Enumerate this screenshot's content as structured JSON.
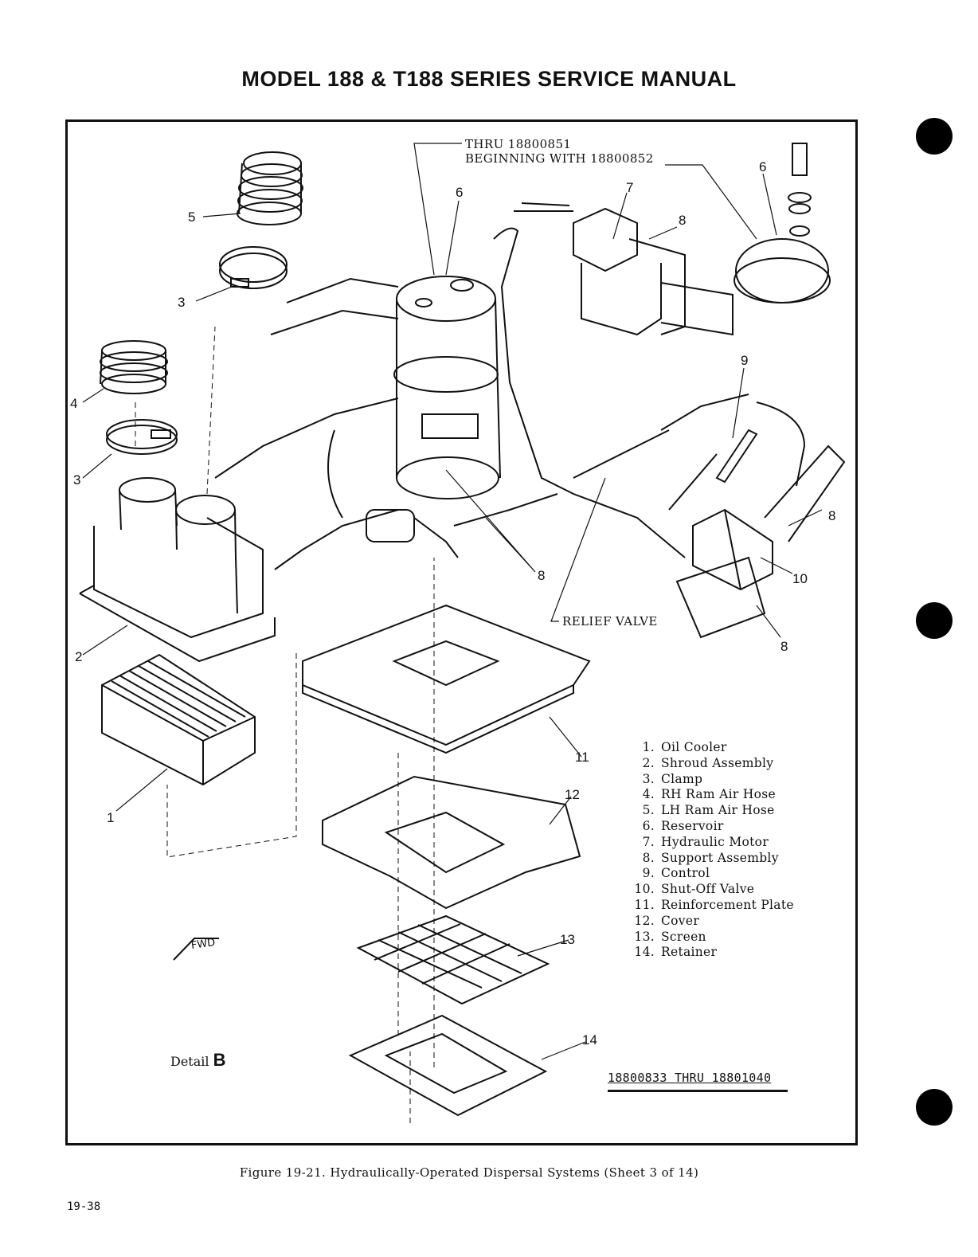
{
  "header": {
    "title": "MODEL 188 & T188 SERIES SERVICE MANUAL"
  },
  "notes": {
    "thru": "THRU 18800851",
    "beginning": "BEGINNING WITH 18800852",
    "relief_valve": "RELIEF VALVE"
  },
  "callouts": [
    "1",
    "2",
    "3",
    "3",
    "4",
    "5",
    "6",
    "6",
    "7",
    "8",
    "8",
    "8",
    "8",
    "9",
    "10",
    "11",
    "12",
    "13",
    "14"
  ],
  "legend": [
    {
      "num": "1.",
      "label": "Oil Cooler"
    },
    {
      "num": "2.",
      "label": "Shroud Assembly"
    },
    {
      "num": "3.",
      "label": "Clamp"
    },
    {
      "num": "4.",
      "label": "RH Ram Air Hose"
    },
    {
      "num": "5.",
      "label": "LH Ram Air Hose"
    },
    {
      "num": "6.",
      "label": "Reservoir"
    },
    {
      "num": "7.",
      "label": "Hydraulic Motor"
    },
    {
      "num": "8.",
      "label": "Support Assembly"
    },
    {
      "num": "9.",
      "label": "Control"
    },
    {
      "num": "10.",
      "label": "Shut-Off Valve"
    },
    {
      "num": "11.",
      "label": "Reinforcement Plate"
    },
    {
      "num": "12.",
      "label": "Cover"
    },
    {
      "num": "13.",
      "label": "Screen"
    },
    {
      "num": "14.",
      "label": "Retainer"
    }
  ],
  "serial_range": "18800833 THRU 18801040",
  "detail": {
    "label": "Detail",
    "letter": "B"
  },
  "fwd": "FWD",
  "caption": "Figure 19-21. Hydraulically-Operated Dispersal Systems (Sheet 3 of 14)",
  "page_number": "19-38"
}
